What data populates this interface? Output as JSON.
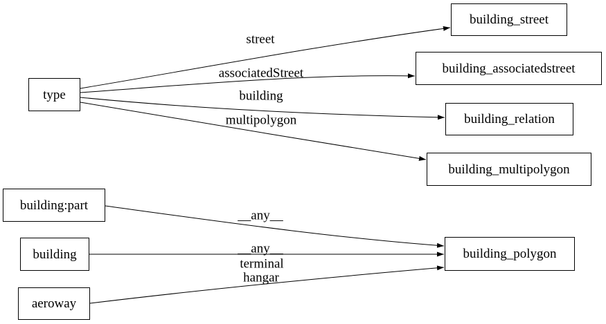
{
  "diagram": {
    "kind": "directed-graph",
    "direction": "left-to-right",
    "background_color": "#ffffff",
    "edge_color": "#000000",
    "node_border_color": "#000000",
    "node_fill_color": "#ffffff",
    "text_color": "#000000"
  },
  "nodes": [
    {
      "id": "type",
      "label": "type"
    },
    {
      "id": "building_street",
      "label": "building_street"
    },
    {
      "id": "building_associatedstreet",
      "label": "building_associatedstreet"
    },
    {
      "id": "building_relation",
      "label": "building_relation"
    },
    {
      "id": "building_multipolygon",
      "label": "building_multipolygon"
    },
    {
      "id": "building:part",
      "label": "building:part"
    },
    {
      "id": "building",
      "label": "building"
    },
    {
      "id": "aeroway",
      "label": "aeroway"
    },
    {
      "id": "building_polygon",
      "label": "building_polygon"
    }
  ],
  "edges": [
    {
      "from": "type",
      "to": "building_street",
      "label": "street"
    },
    {
      "from": "type",
      "to": "building_associatedstreet",
      "label": "associatedStreet"
    },
    {
      "from": "type",
      "to": "building_relation",
      "label": "building"
    },
    {
      "from": "type",
      "to": "building_multipolygon",
      "label": "multipolygon"
    },
    {
      "from": "building:part",
      "to": "building_polygon",
      "label": "__any__"
    },
    {
      "from": "building",
      "to": "building_polygon",
      "label": "__any__"
    },
    {
      "from": "aeroway",
      "to": "building_polygon",
      "label_lines": [
        "terminal",
        "hangar"
      ]
    }
  ]
}
